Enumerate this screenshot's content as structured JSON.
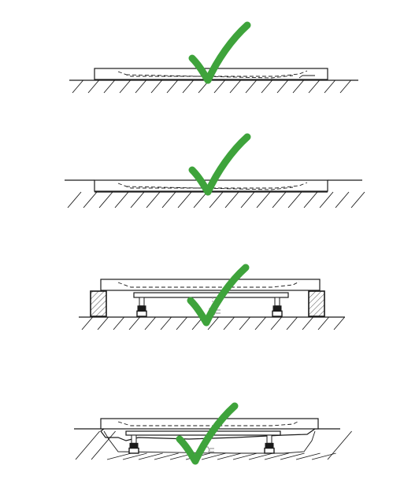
{
  "colors": {
    "check": "#3ea33b",
    "line": "#1a1a1a",
    "background": "#ffffff",
    "block_fill": "#e6e6e6",
    "screw": "#9a9a9a"
  },
  "icons": {
    "approved": "check-mark-icon"
  },
  "diagrams": [
    {
      "id": "tray-on-floor",
      "status": "approved"
    },
    {
      "id": "tray-recessed-in-floor",
      "status": "approved"
    },
    {
      "id": "tray-on-legs-with-side-blocks",
      "status": "approved"
    },
    {
      "id": "tray-on-legs-in-bedding",
      "status": "approved"
    }
  ]
}
